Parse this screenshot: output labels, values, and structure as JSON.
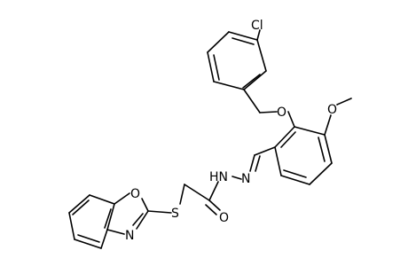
{
  "molecule": {
    "atoms": {
      "cl": "Cl",
      "o_ether": "O",
      "o_methoxy": "O",
      "n_imine": "N",
      "hn_hydrazide": "HN",
      "o_carbonyl": "O",
      "s_thio": "S",
      "o_oxazole": "O",
      "n_oxazole": "N"
    }
  }
}
